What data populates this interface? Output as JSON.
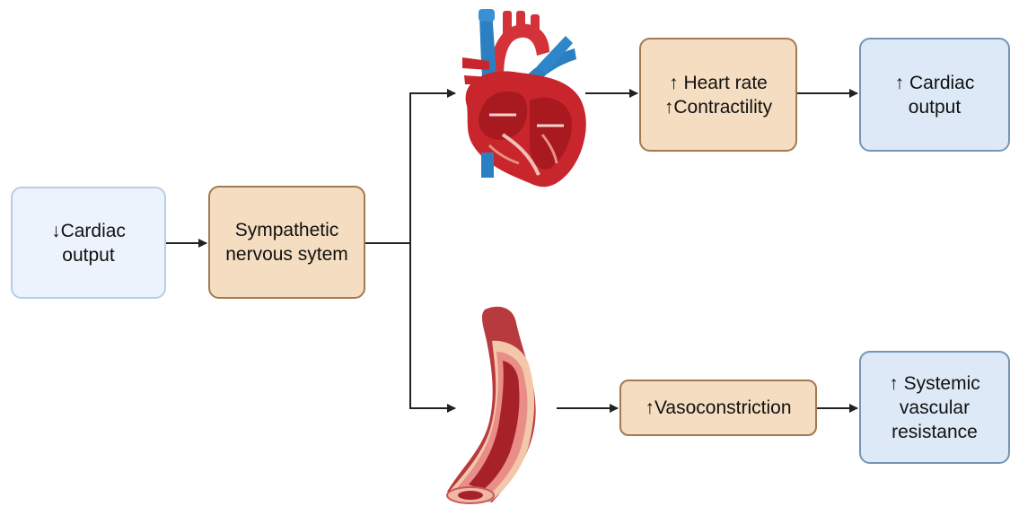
{
  "nodes": {
    "decreased_cardiac_output": {
      "line1": "↓Cardiac",
      "line2": "output"
    },
    "sympathetic": {
      "line1": "Sympathetic",
      "line2": "nervous sytem"
    },
    "heart_effects": {
      "line1": "↑ Heart rate",
      "line2": "↑Contractility"
    },
    "increased_cardiac_output": {
      "line1": "↑ Cardiac",
      "line2": "output"
    },
    "vasoconstriction": {
      "line1": "↑Vasoconstriction"
    },
    "svr": {
      "line1": "↑ Systemic",
      "line2": "vascular",
      "line3": "resistance"
    }
  },
  "illustrations": {
    "heart": "heart-illustration",
    "vessel": "blood-vessel-illustration"
  },
  "colors": {
    "light_box_fill": "#ecf3fd",
    "light_box_border": "#b7cde6",
    "tan_box_fill": "#f4ddc0",
    "tan_box_border": "#a37a50",
    "blue_box_fill": "#dde9f6",
    "blue_box_border": "#7695b5",
    "arrow": "#222222",
    "heart_red": "#c8262c",
    "vein_blue": "#2c7fc0"
  }
}
